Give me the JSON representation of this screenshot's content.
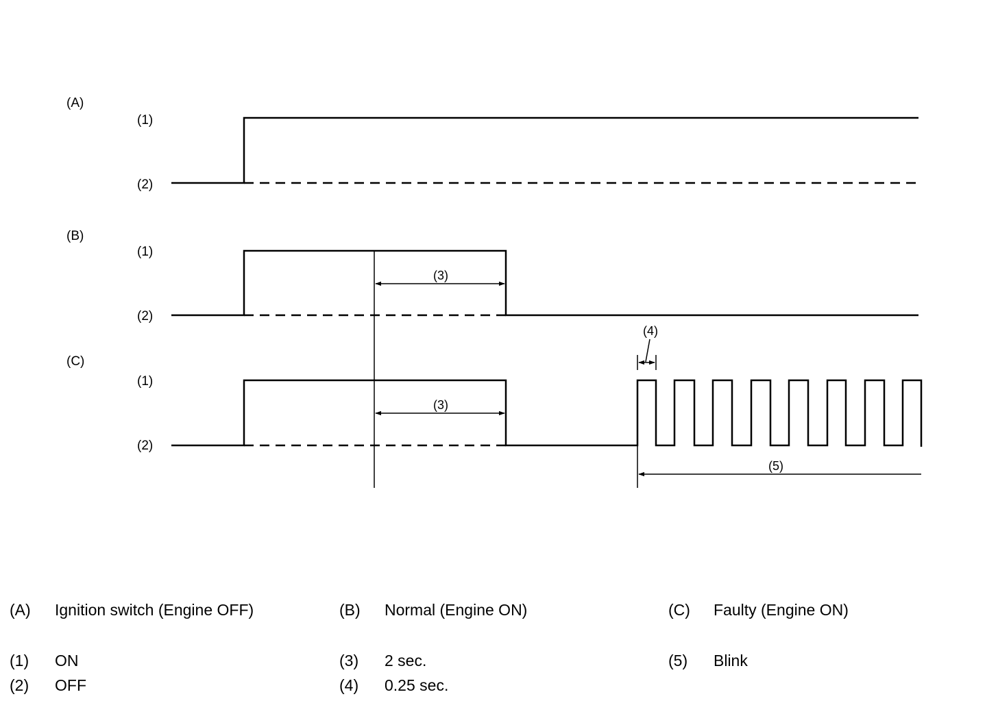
{
  "channels": [
    {
      "key": "A",
      "label": "(A)",
      "level_high": "(1)",
      "level_low": "(2)"
    },
    {
      "key": "B",
      "label": "(B)",
      "level_high": "(1)",
      "level_low": "(2)"
    },
    {
      "key": "C",
      "label": "(C)",
      "level_high": "(1)",
      "level_low": "(2)"
    }
  ],
  "annotations": {
    "dim3": "(3)",
    "dim4": "(4)",
    "dim5": "(5)"
  },
  "legend": [
    {
      "key": "(A)",
      "text": "Ignition switch (Engine OFF)"
    },
    {
      "key": "(B)",
      "text": "Normal (Engine ON)"
    },
    {
      "key": "(C)",
      "text": "Faulty (Engine ON)"
    },
    {
      "key": "(1)",
      "text": "ON"
    },
    {
      "key": "(3)",
      "text": "2 sec."
    },
    {
      "key": "(5)",
      "text": "Blink"
    },
    {
      "key": "(2)",
      "text": "OFF"
    },
    {
      "key": "(4)",
      "text": "0.25 sec."
    }
  ]
}
